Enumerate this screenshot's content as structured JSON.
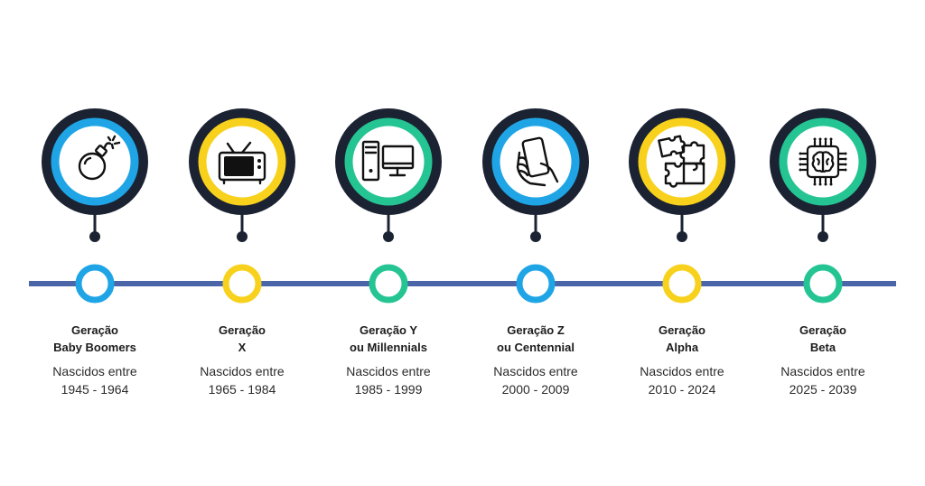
{
  "colors": {
    "track": "#4a66a8",
    "dark": "#1b2333",
    "blue": "#1fa5e6",
    "yellow": "#f7d11b",
    "green": "#25c493"
  },
  "generations": [
    {
      "title_line1": "Geração",
      "title_line2": "Baby Boomers",
      "desc_line1": "Nascidos entre",
      "desc_line2": "1945 - 1964",
      "ring_color": "blue",
      "icon": "bomb-icon"
    },
    {
      "title_line1": "Geração",
      "title_line2": "X",
      "desc_line1": "Nascidos entre",
      "desc_line2": "1965 - 1984",
      "ring_color": "yellow",
      "icon": "tv-icon"
    },
    {
      "title_line1": "Geração Y",
      "title_line2": "ou Millennials",
      "desc_line1": "Nascidos entre",
      "desc_line2": "1985 - 1999",
      "ring_color": "green",
      "icon": "desktop-computer-icon"
    },
    {
      "title_line1": "Geração Z",
      "title_line2": "ou Centennial",
      "desc_line1": "Nascidos entre",
      "desc_line2": "2000 - 2009",
      "ring_color": "blue",
      "icon": "smartphone-hand-icon"
    },
    {
      "title_line1": "Geração",
      "title_line2": "Alpha",
      "desc_line1": "Nascidos entre",
      "desc_line2": "2010 - 2024",
      "ring_color": "yellow",
      "icon": "puzzle-icon"
    },
    {
      "title_line1": "Geração",
      "title_line2": "Beta",
      "desc_line1": "Nascidos entre",
      "desc_line2": "2025 - 2039",
      "ring_color": "green",
      "icon": "ai-brain-chip-icon"
    }
  ]
}
